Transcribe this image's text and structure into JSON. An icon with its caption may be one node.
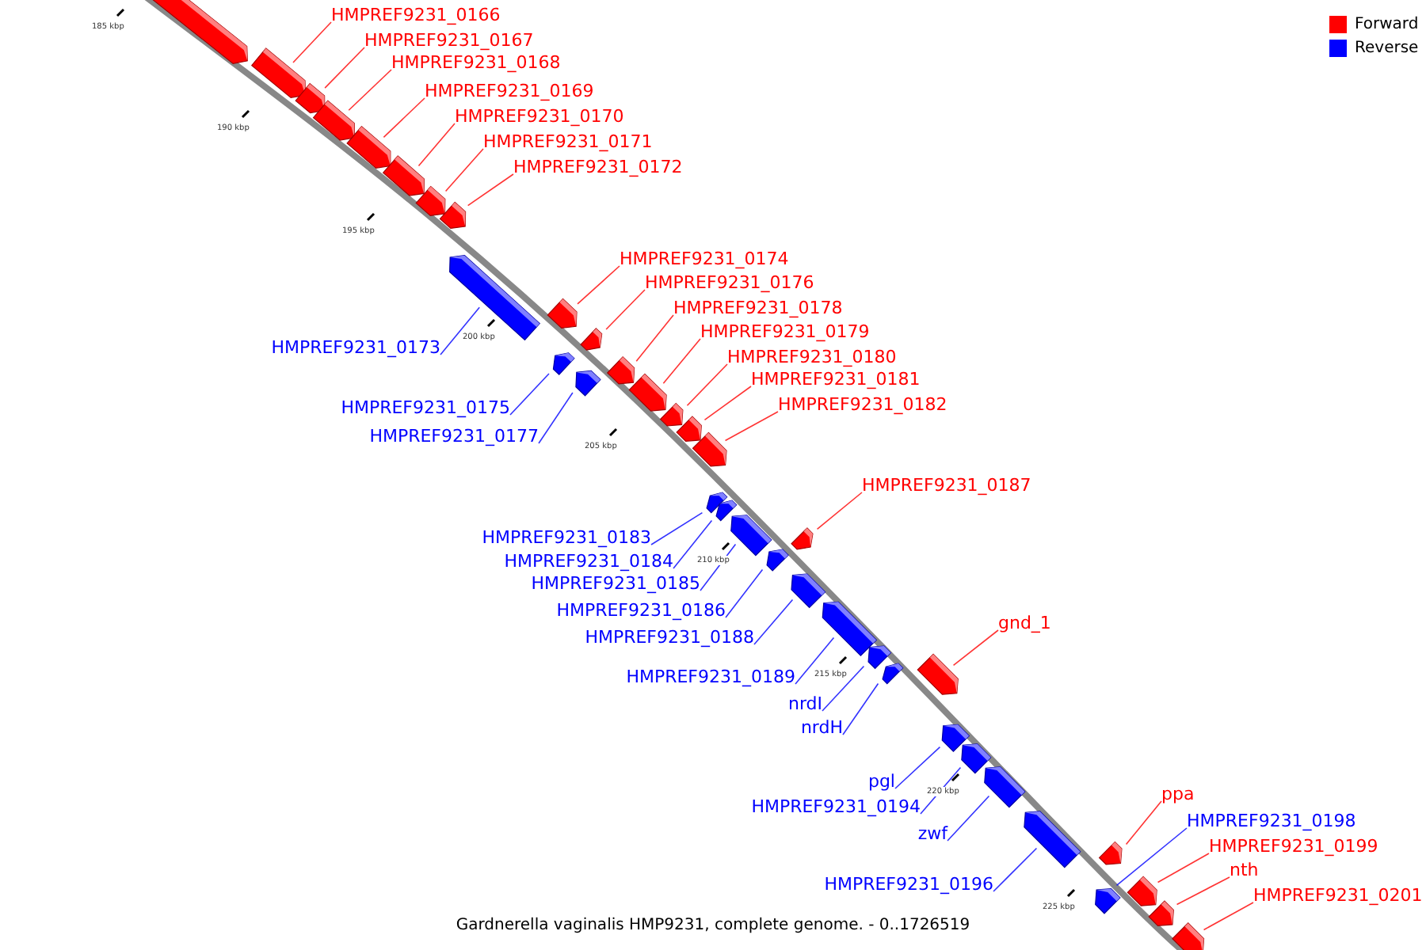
{
  "diagram": {
    "caption": "Gardnerella vaginalis HMP9231, complete genome. - 0..1726519",
    "nodes": [
      {
        "text": [],
        "shape": "pentagon"
      },
      {
        "text": [
          "HMPREF9231_0166"
        ]
      },
      {
        "text": [],
        "shape": "pentagon"
      },
      {
        "text": [
          "HMPREF9231_0167"
        ]
      },
      {
        "text": [],
        "shape": "pentagon"
      },
      {
        "text": [
          "HMPREF9231_0168"
        ]
      },
      {
        "text": [],
        "shape": "pentagon"
      },
      {
        "text": [
          "HMPREF9231_0169"
        ]
      },
      {
        "text": [],
        "shape": "pentagon"
      },
      {
        "text": [
          "HMPREF9231_0170"
        ]
      },
      {
        "text": [],
        "shape": "pentagon"
      },
      {
        "text": [
          "HMPREF9231_0171"
        ]
      },
      {
        "text": [],
        "shape": "pentagon"
      },
      {
        "text": [
          "HMPREF9231_0172"
        ]
      },
      {
        "text": [],
        "shape": "pentagon"
      },
      {
        "text": [
          "HMPREF9231_0173"
        ]
      },
      {
        "text": [],
        "shape": "pentagon"
      },
      {
        "text": [
          "HMPREF9231_0174"
        ]
      },
      {
        "text": [],
        "shape": "pentagon"
      },
      {
        "text": [
          "HMPREF9231_0175"
        ]
      },
      {
        "text": [],
        "shape": "pentagon"
      },
      {
        "text": [
          "HMPREF9231_0176"
        ]
      },
      {
        "text": [],
        "shape": "pentagon"
      },
      {
        "text": [
          "HMPREF9231_0177"
        ]
      },
      {
        "text": [],
        "shape": "pentagon"
      },
      {
        "text": [
          "HMPREF9231_0178"
        ]
      },
      {
        "text": [],
        "shape": "pentagon"
      },
      {
        "text": [
          "HMPREF9231_0179"
        ]
      },
      {
        "text": [],
        "shape": "pentagon"
      },
      {
        "text": [
          "HMPREF9231_0180"
        ]
      },
      {
        "text": [],
        "shape": "pentagon"
      },
      {
        "text": [
          "HMPREF9231_0181"
        ]
      },
      {
        "text": [],
        "shape": "pentagon"
      },
      {
        "text": [
          "HMPREF9231_0182"
        ]
      },
      {
        "text": [],
        "shape": "pentagon"
      },
      {
        "text": [
          "HMPREF9231_0183"
        ]
      },
      {
        "text": [],
        "shape": "pentagon"
      },
      {
        "text": [
          "HMPREF9231_0184"
        ]
      },
      {
        "text": [],
        "shape": "pentagon"
      },
      {
        "text": [
          "HMPREF9231_0185"
        ]
      },
      {
        "text": [],
        "shape": "pentagon"
      },
      {
        "text": [
          "HMPREF9231_0186"
        ]
      },
      {
        "text": [],
        "shape": "pentagon"
      },
      {
        "text": [
          "HMPREF9231_0187"
        ]
      },
      {
        "text": [],
        "shape": "pentagon"
      },
      {
        "text": [
          "HMPREF9231_0188"
        ]
      },
      {
        "text": [],
        "shape": "pentagon"
      },
      {
        "text": [
          "HMPREF9231_0189"
        ]
      },
      {
        "text": [],
        "shape": "pentagon"
      },
      {
        "text": [
          "nrdI"
        ]
      },
      {
        "text": [],
        "shape": "pentagon"
      },
      {
        "text": [
          "nrdH"
        ]
      },
      {
        "text": [],
        "shape": "pentagon"
      },
      {
        "text": [
          "gnd_1"
        ]
      },
      {
        "text": [],
        "shape": "pentagon"
      },
      {
        "text": [
          "pgl"
        ]
      },
      {
        "text": [],
        "shape": "pentagon"
      },
      {
        "text": [
          "HMPREF9231_0194"
        ]
      },
      {
        "text": [],
        "shape": "pentagon"
      },
      {
        "text": [
          "zwf"
        ]
      },
      {
        "text": [],
        "shape": "pentagon"
      },
      {
        "text": [
          "HMPREF9231_0196"
        ]
      },
      {
        "text": [],
        "shape": "pentagon"
      },
      {
        "text": [
          "ppa"
        ]
      },
      {
        "text": [],
        "shape": "pentagon"
      },
      {
        "text": [
          "HMPREF9231_0198"
        ]
      },
      {
        "text": [],
        "shape": "pentagon"
      },
      {
        "text": [
          "HMPREF9231_0199"
        ]
      },
      {
        "text": [],
        "shape": "pentagon"
      },
      {
        "text": [
          "nth"
        ]
      },
      {
        "text": [],
        "shape": "pentagon"
      },
      {
        "text": [
          "HMPREF9231_0201"
        ]
      },
      {
        "text": [],
        "shape": "pentagon"
      }
    ],
    "edges": [
      {
        "from": 1,
        "to": 2,
        "arrow": "none"
      },
      {
        "from": 3,
        "to": 4,
        "arrow": "none"
      },
      {
        "from": 5,
        "to": 6,
        "arrow": "none"
      },
      {
        "from": 7,
        "to": 8,
        "arrow": "none"
      },
      {
        "from": 9,
        "to": 10,
        "arrow": "none"
      },
      {
        "from": 11,
        "to": 12,
        "arrow": "none"
      },
      {
        "from": 13,
        "to": 14,
        "arrow": "none"
      },
      {
        "from": 15,
        "to": 16,
        "arrow": "none",
        "color": "#0000ff"
      },
      {
        "from": 17,
        "to": 18,
        "arrow": "none"
      },
      {
        "from": 19,
        "to": 20,
        "arrow": "none",
        "color": "#0000ff"
      },
      {
        "from": 21,
        "to": 22,
        "arrow": "none"
      },
      {
        "from": 23,
        "to": 24,
        "arrow": "none",
        "color": "#0000ff"
      },
      {
        "from": 25,
        "to": 26,
        "arrow": "none"
      },
      {
        "from": 27,
        "to": 28,
        "arrow": "none"
      },
      {
        "from": 29,
        "to": 30,
        "arrow": "none"
      },
      {
        "from": 31,
        "to": 32,
        "arrow": "none"
      },
      {
        "from": 33,
        "to": 34,
        "arrow": "none"
      },
      {
        "from": 35,
        "to": 36,
        "arrow": "none",
        "color": "#0000ff"
      },
      {
        "from": 37,
        "to": 38,
        "arrow": "none",
        "color": "#0000ff"
      },
      {
        "from": 39,
        "to": 40,
        "arrow": "none",
        "color": "#0000ff"
      },
      {
        "from": 41,
        "to": 42,
        "arrow": "none",
        "color": "#0000ff"
      },
      {
        "from": 43,
        "to": 44,
        "arrow": "none"
      },
      {
        "from": 45,
        "to": 46,
        "arrow": "none",
        "color": "#0000ff"
      },
      {
        "from": 47,
        "to": 48,
        "arrow": "none",
        "color": "#0000ff"
      },
      {
        "from": 49,
        "to": 50,
        "arrow": "none",
        "color": "#0000ff"
      },
      {
        "from": 51,
        "to": 52,
        "arrow": "none",
        "color": "#0000ff"
      },
      {
        "from": 53,
        "to": 54,
        "arrow": "none"
      },
      {
        "from": 55,
        "to": 56,
        "arrow": "none",
        "color": "#0000ff"
      },
      {
        "from": 57,
        "to": 58,
        "arrow": "none",
        "color": "#0000ff"
      },
      {
        "from": 59,
        "to": 60,
        "arrow": "none",
        "color": "#0000ff"
      },
      {
        "from": 61,
        "to": 62,
        "arrow": "none",
        "color": "#0000ff"
      },
      {
        "from": 63,
        "to": 64,
        "arrow": "none"
      },
      {
        "from": 65,
        "to": 66,
        "arrow": "none",
        "color": "#0000ff"
      },
      {
        "from": 67,
        "to": 68,
        "arrow": "none"
      },
      {
        "from": 69,
        "to": 70,
        "arrow": "none"
      },
      {
        "from": 71,
        "to": 72,
        "arrow": "none"
      }
    ],
    "labels": [
      "185 kbp",
      "190 kbp",
      "195 kbp",
      "200 kbp",
      "205 kbp",
      "210 kbp",
      "215 kbp",
      "220 kbp",
      "225 kbp"
    ],
    "legend": [
      {
        "text": "Forward",
        "color": "#ff0000"
      },
      {
        "text": "Reverse",
        "color": "#0000ff"
      }
    ]
  }
}
